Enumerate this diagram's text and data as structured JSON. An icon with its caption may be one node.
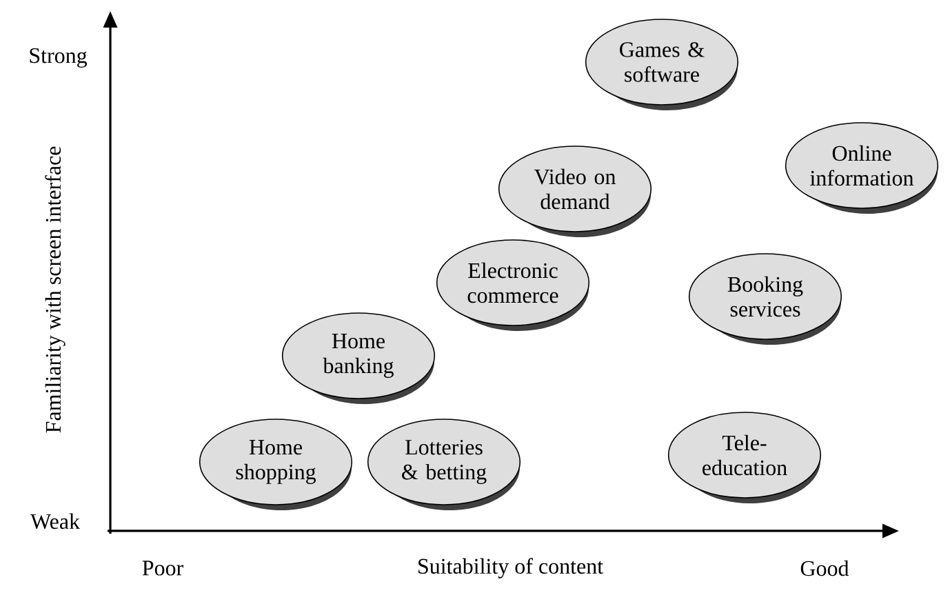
{
  "diagram": {
    "nodes": [
      {
        "text": [
          "Games & software"
        ]
      },
      {
        "text": [
          "Online information"
        ]
      },
      {
        "text": [
          "Video on demand"
        ]
      },
      {
        "text": [
          "Electronic commerce"
        ]
      },
      {
        "text": [
          "Booking services"
        ]
      },
      {
        "text": [
          "Home banking"
        ]
      },
      {
        "text": [
          "Home shopping"
        ]
      },
      {
        "text": [
          "Lotteries & betting"
        ]
      },
      {
        "text": [
          "Tele- education"
        ]
      }
    ],
    "labels": [
      "Strong",
      "Familiarity with screen interface",
      "Weak",
      "Poor",
      "Suitability of content",
      "Good"
    ]
  }
}
